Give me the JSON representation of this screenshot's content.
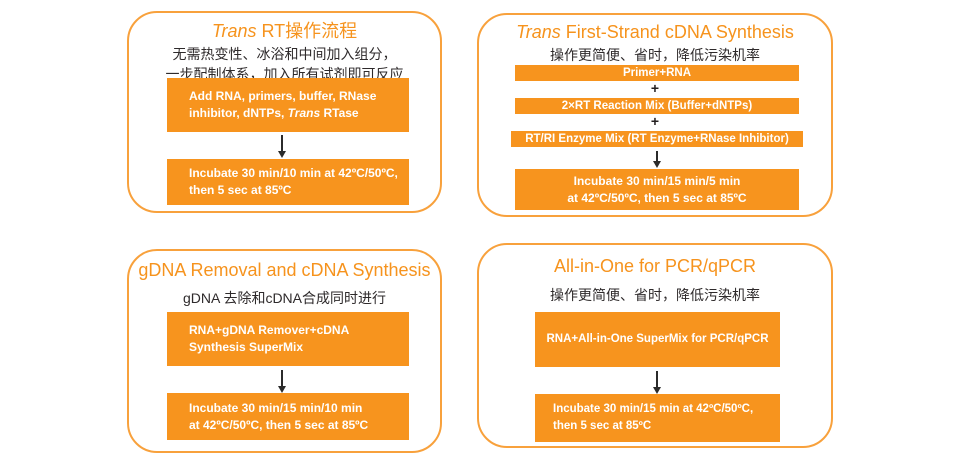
{
  "colors": {
    "box_orange": "#f7941e",
    "border_orange": "#f8a13c",
    "title_orange": "#f6931d",
    "dark_text": "#2e2a2b",
    "arrow_black": "#231f20"
  },
  "panels": {
    "trans_rt": {
      "title_italic": "Trans",
      "title_rest": " RT操作流程",
      "subtitle_line1": "无需热变性、冰浴和中间加入组分，",
      "subtitle_line2": "一步配制体系，加入所有试剂即可反应",
      "step1_pre": "Add RNA, primers, buffer, RNase inhibitor, dNTPs, ",
      "step1_italic": "Trans",
      "step1_post": " RTase",
      "step2_line1": "Incubate 30 min/10 min at 42ºC/50ºC,",
      "step2_line2": "then 5 sec at 85ºC"
    },
    "first_strand": {
      "title_italic": "Trans",
      "title_rest": " First-Strand cDNA Synthesis",
      "subtitle": "操作更简便、省时，降低污染机率",
      "bar1": "Primer+RNA",
      "plus": "+",
      "bar2": "2×RT Reaction Mix (Buffer+dNTPs)",
      "bar3": "RT/RI Enzyme Mix (RT Enzyme+RNase Inhibitor)",
      "step_line1": "Incubate 30 min/15 min/5 min",
      "step_line2": "at 42ºC/50ºC, then 5 sec at 85ºC"
    },
    "gdna_removal": {
      "title": "gDNA Removal and cDNA Synthesis",
      "subtitle": "gDNA 去除和cDNA合成同时进行",
      "step1": "RNA+gDNA Remover+cDNA Synthesis SuperMix",
      "step2_line1": "Incubate 30 min/15 min/10 min",
      "step2_line2": "at 42ºC/50ºC, then 5 sec at 85ºC"
    },
    "all_in_one": {
      "title": "All-in-One for PCR/qPCR",
      "subtitle": "操作更简便、省时，降低污染机率",
      "step1": "RNA+All-in-One SuperMix for PCR/qPCR",
      "step2_line1": "Incubate 30 min/15 min at 42ºC/50ºC,",
      "step2_line2": "then 5 sec at 85ºC"
    }
  }
}
